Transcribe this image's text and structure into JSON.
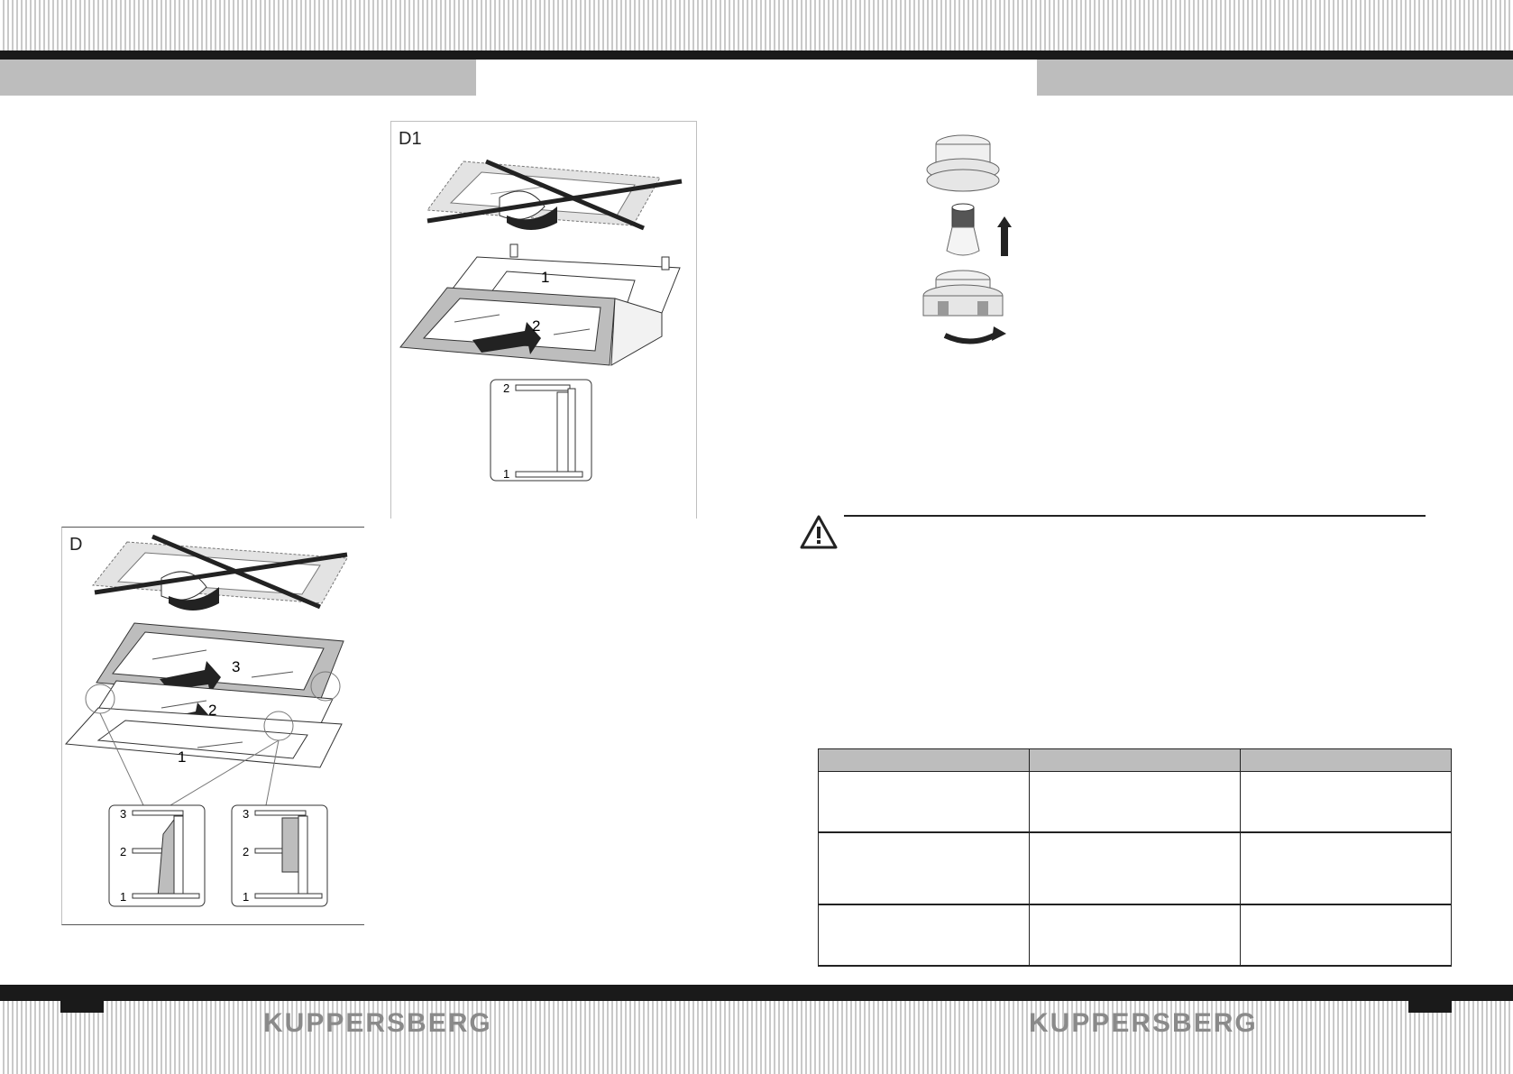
{
  "brand": {
    "name": "KUPPERSBERG"
  },
  "colors": {
    "header_gray": "#bdbdbd",
    "bar_dark": "#1a1a1a",
    "brand_gray": "#8a8a8a"
  },
  "figures": {
    "d1": {
      "label": "D1",
      "numbers": [
        "1",
        "2"
      ],
      "detail_numbers": [
        "2",
        "1"
      ]
    },
    "d": {
      "label": "D",
      "numbers": [
        "3",
        "2",
        "1"
      ],
      "detail_left_numbers": [
        "3",
        "2",
        "1"
      ],
      "detail_right_numbers": [
        "3",
        "2",
        "1"
      ]
    }
  },
  "icons": {
    "warning": "warning-triangle-icon",
    "bulb": "lamp-bulb-icon"
  }
}
